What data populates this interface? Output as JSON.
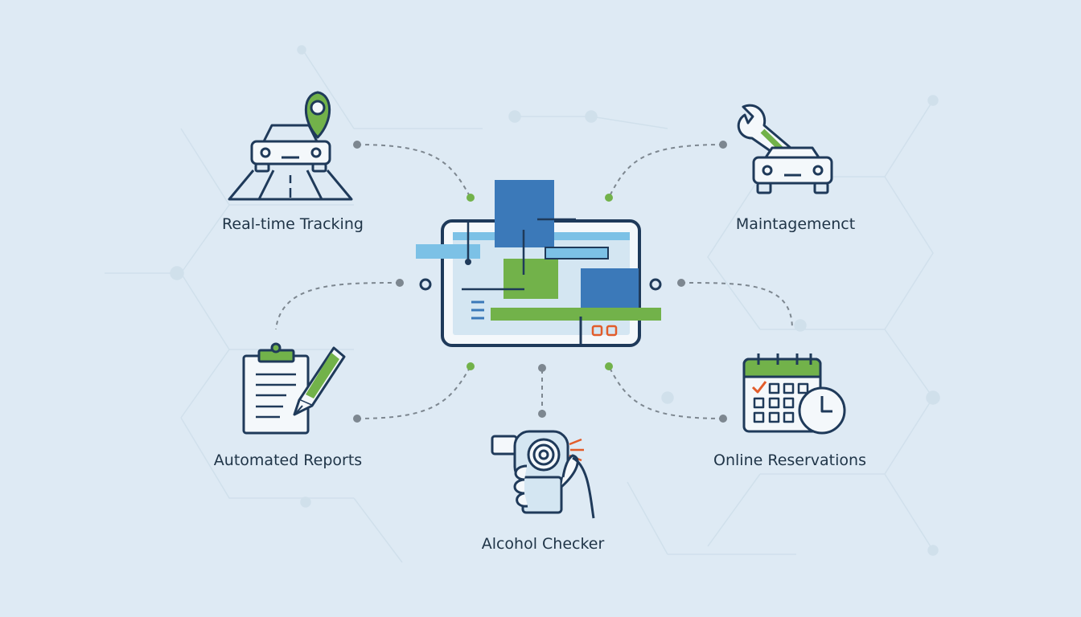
{
  "features": {
    "tracking": {
      "label": "Real-time Tracking",
      "icon": "car-with-map-pin-icon"
    },
    "maintenance": {
      "label": "Maintagemenct",
      "icon": "wrench-car-icon"
    },
    "reports": {
      "label": "Automated Reports",
      "icon": "clipboard-pen-icon"
    },
    "reservations": {
      "label": "Online Reservations",
      "icon": "calendar-clock-icon"
    },
    "alcohol": {
      "label": "Alcohol Checker",
      "icon": "breathalyzer-hand-icon"
    }
  },
  "hub": {
    "icon": "dashboard-screen-icon"
  },
  "colors": {
    "background": "#deeaf4",
    "outline": "#1f3a5a",
    "green": "#72b24a",
    "blue": "#3b79b9",
    "light_blue": "#7cc1e6",
    "orange": "#e25c2a",
    "connector": "#7d8790"
  }
}
